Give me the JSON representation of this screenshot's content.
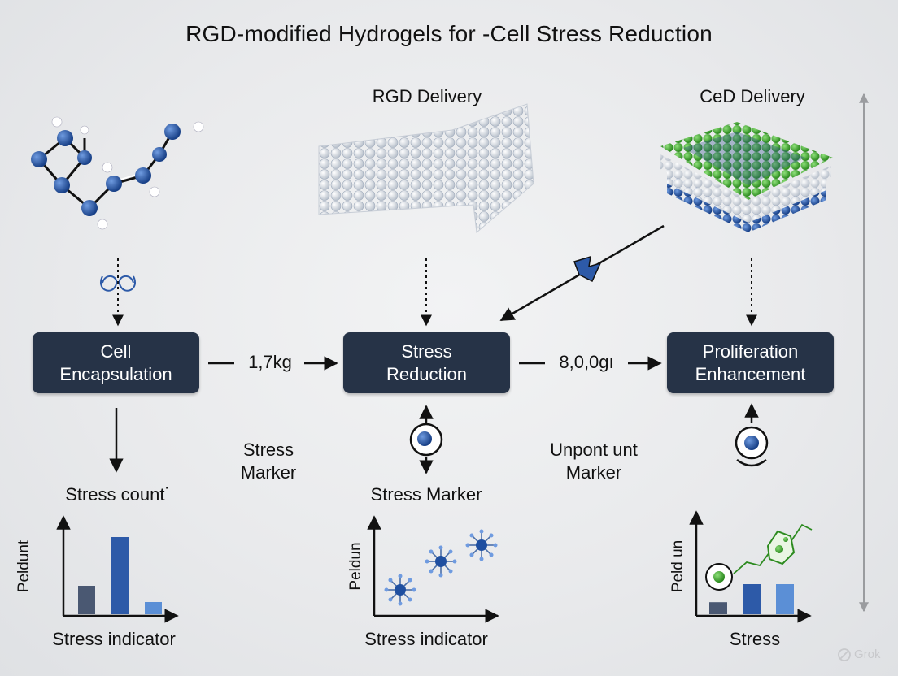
{
  "title": "RGD-modified Hydrogels for -Cell Stress Reduction",
  "columns": {
    "left": {
      "stage_label": "Cell\nEncapsulation",
      "chart_title": "Stress count˙",
      "y_label": "Peldunt",
      "x_label": "Stress indicator"
    },
    "middle": {
      "header": "RGD Delivery",
      "stage_label": "Stress\nReduction",
      "marker_label": "Stress Marker",
      "y_label": "Peldun",
      "x_label": "Stress indicator"
    },
    "right": {
      "header": "CeD Delivery",
      "stage_label": "Proliferation\nEnhancement",
      "y_label": "Peld un",
      "x_label": "Stress"
    }
  },
  "flow": {
    "label_1": "1,7kg",
    "label_2": "8,0,0gı"
  },
  "side_markers": {
    "left": "Stress\nMarker",
    "right": "Unpont unt\nMarker"
  },
  "watermark": "Grok",
  "colors": {
    "box": "#263347",
    "molecule_blue": "#1f4fa0",
    "green": "#3fae2e",
    "bar_dark": "#4a5872",
    "bar_blue": "#2d5aa8",
    "bar_light": "#5b8fd6"
  },
  "chart_data": [
    {
      "type": "bar",
      "title": "Stress count˙",
      "xlabel": "Stress indicator",
      "ylabel": "Peldunt",
      "categories": [
        "",
        "",
        ""
      ],
      "values": [
        0.35,
        0.95,
        0.15
      ]
    },
    {
      "type": "scatter",
      "title": "Stress Marker",
      "xlabel": "Stress indicator",
      "ylabel": "Peldun",
      "x": [
        1,
        2,
        3
      ],
      "values": [
        0.3,
        0.65,
        0.85
      ]
    },
    {
      "type": "bar",
      "title": "",
      "xlabel": "Stress",
      "ylabel": "Peld un",
      "categories": [
        "",
        "",
        ""
      ],
      "values": [
        0.2,
        0.5,
        0.5
      ]
    }
  ]
}
